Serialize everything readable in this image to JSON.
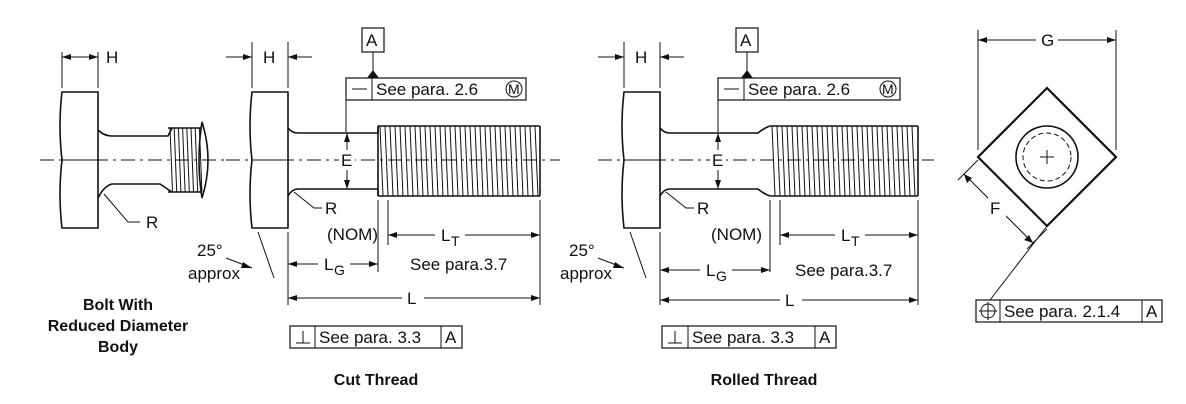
{
  "labels": {
    "H": "H",
    "R": "R",
    "E": "E",
    "A": "A",
    "G": "G",
    "F": "F",
    "L": "L",
    "LT": "L",
    "LT_sub": "T",
    "LG": "L",
    "LG_sub": "G",
    "nom": "(NOM)",
    "see_37": "See para.3.7",
    "angle": "25°",
    "approx": "approx",
    "M": "M"
  },
  "fcf": {
    "straightness_text": "See para. 2.6",
    "perpendicularity_text": "See para. 3.3",
    "position_text": "See para. 2.1.4",
    "datum": "A"
  },
  "captions": {
    "reduced_line1": "Bolt With",
    "reduced_line2": "Reduced Diameter",
    "reduced_line3": "Body",
    "cut": "Cut Thread",
    "rolled": "Rolled Thread"
  }
}
